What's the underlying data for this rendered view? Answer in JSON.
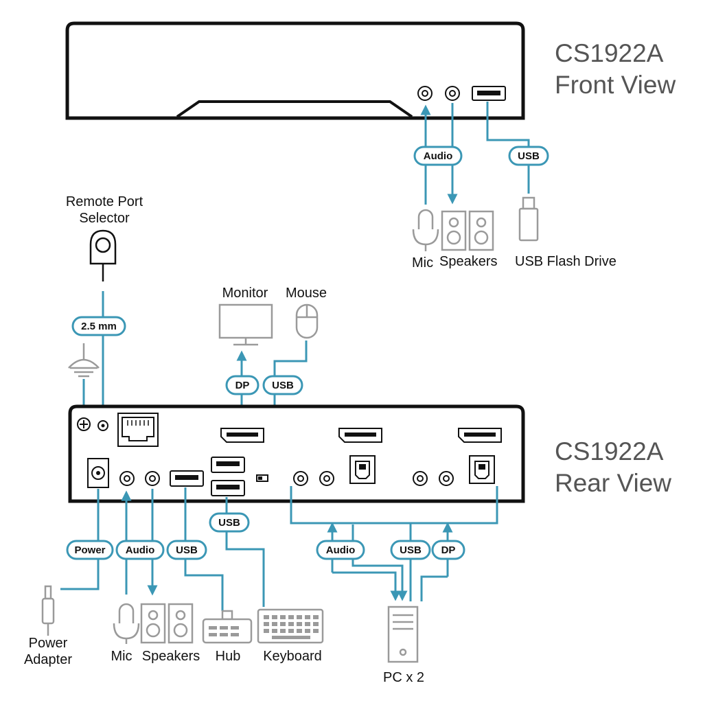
{
  "front": {
    "title_line1": "CS1922A",
    "title_line2": "Front View"
  },
  "rear": {
    "title_line1": "CS1922A",
    "title_line2": "Rear View"
  },
  "badges": {
    "audio_front": "Audio",
    "usb_front": "USB",
    "mm": "2.5 mm",
    "dp_monitor": "DP",
    "usb_mouse": "USB",
    "usb_keyboard": "USB",
    "power": "Power",
    "audio_rear": "Audio",
    "usb_hub": "USB",
    "audio_pc": "Audio",
    "usb_pc": "USB",
    "dp_pc": "DP"
  },
  "labels": {
    "mic_front": "Mic",
    "speakers_front": "Speakers",
    "usb_flash": "USB Flash Drive",
    "remote_line1": "Remote Port",
    "remote_line2": "Selector",
    "monitor": "Monitor",
    "mouse": "Mouse",
    "power_line1": "Power",
    "power_line2": "Adapter",
    "mic_rear": "Mic",
    "speakers_rear": "Speakers",
    "hub": "Hub",
    "keyboard": "Keyboard",
    "pc": "PC x 2"
  },
  "colors": {
    "cable": "#3b97b5",
    "device": "#9a9a9a",
    "chassis": "#111111"
  }
}
